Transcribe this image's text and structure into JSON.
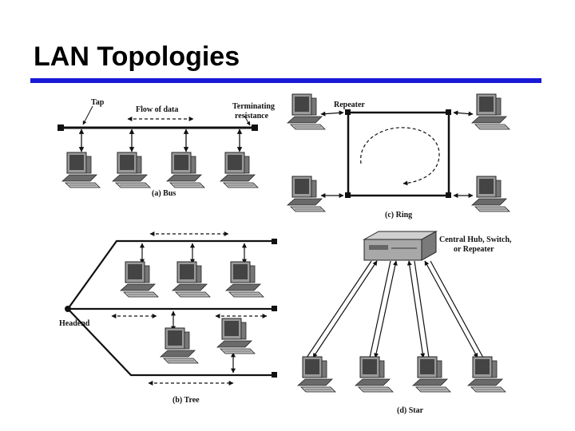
{
  "slide": {
    "title": "LAN Topologies"
  },
  "bus": {
    "tap_label": "Tap",
    "flow_label": "Flow of data",
    "term_label_1": "Terminating",
    "term_label_2": "resistance",
    "caption": "(a) Bus"
  },
  "ring": {
    "repeater_label": "Repeater",
    "caption": "(c) Ring"
  },
  "tree": {
    "headend_label": "Headend",
    "caption": "(b) Tree"
  },
  "star": {
    "hub_label_1": "Central Hub, Switch,",
    "hub_label_2": "or Repeater",
    "caption": "(d) Star"
  },
  "colors": {
    "title_rule": "#1a1ad6",
    "line": "#111111",
    "computer_gray": "#8a8a8a"
  }
}
